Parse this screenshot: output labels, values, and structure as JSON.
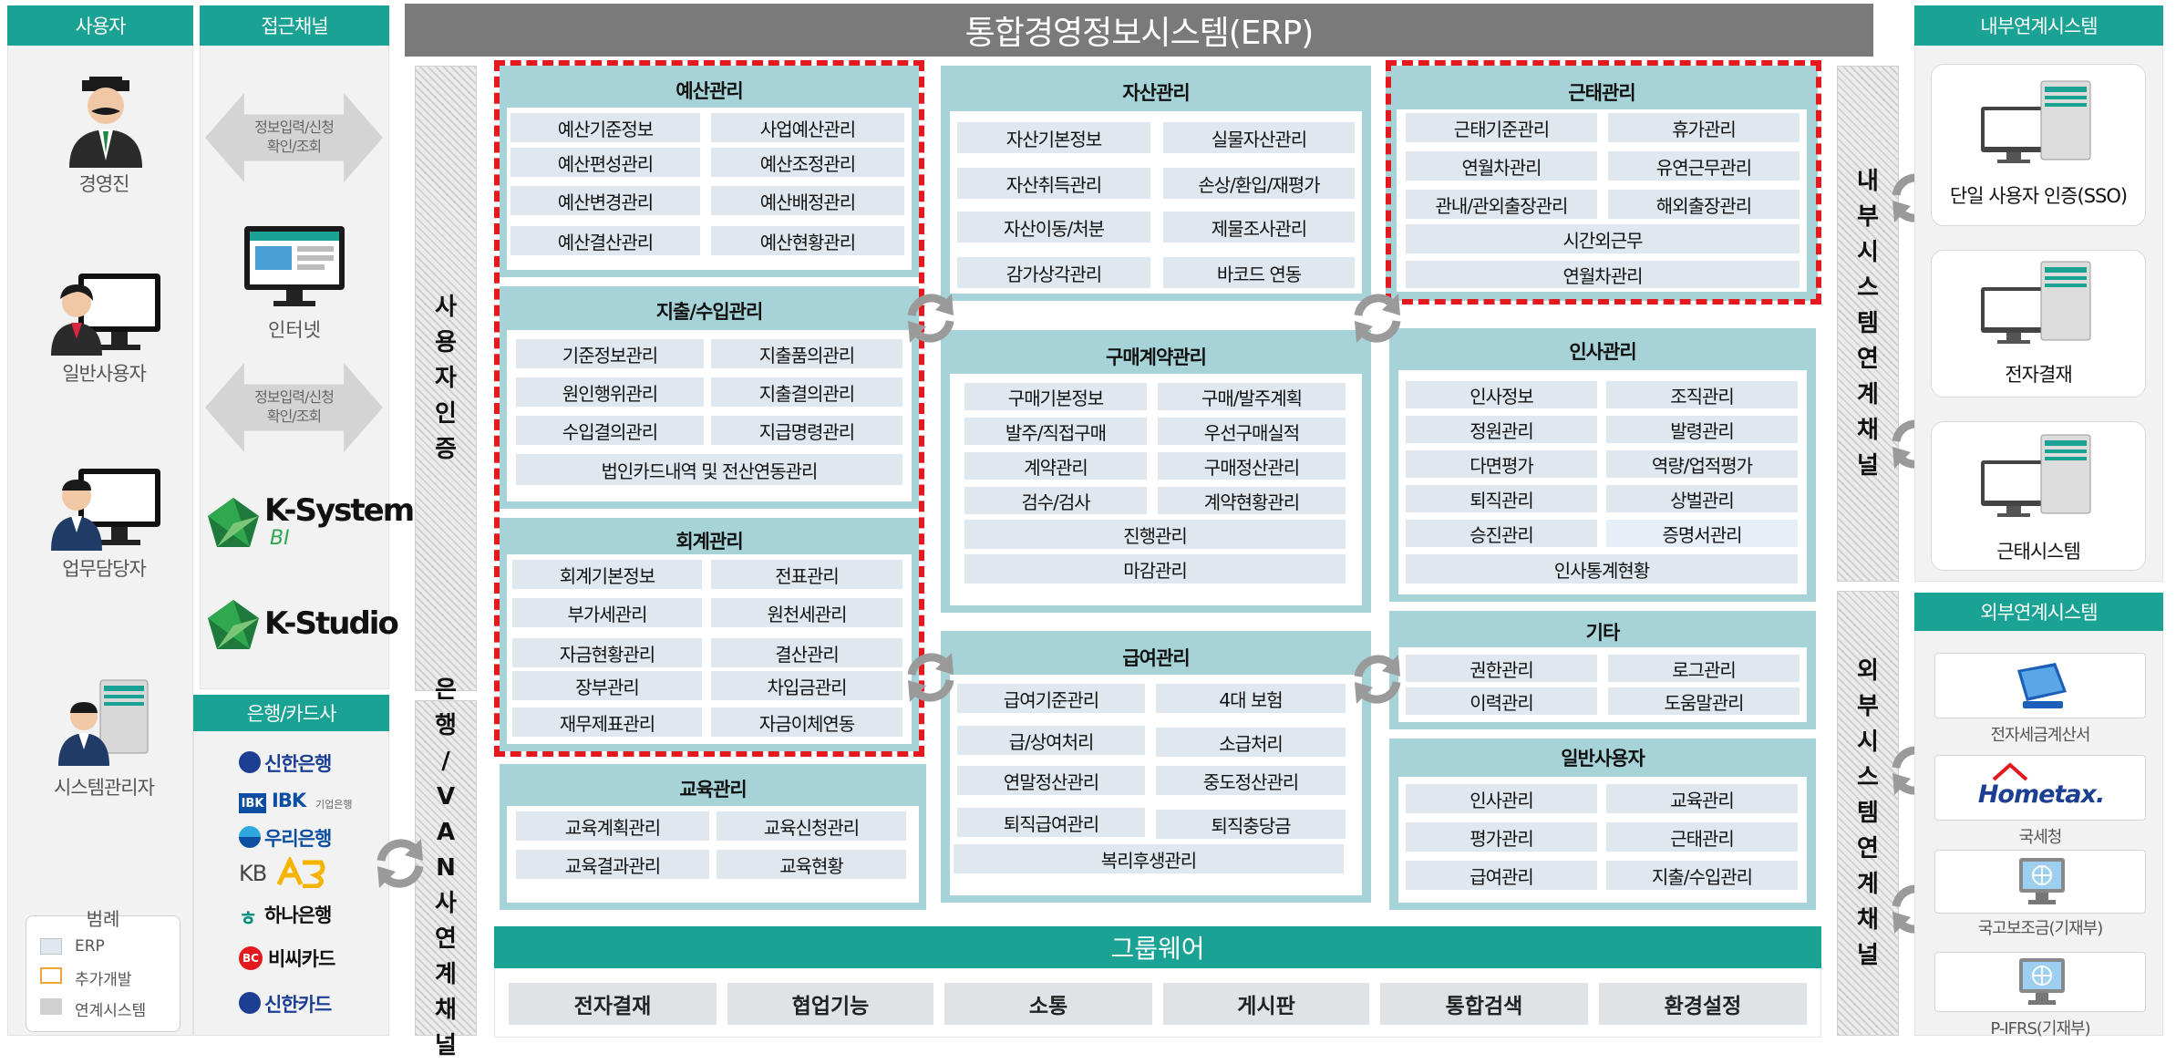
{
  "title": "통합경영정보시스템(ERP)",
  "left": {
    "users_header": "사용자",
    "channel_header": "접근채널",
    "users": [
      "경영진",
      "일반사용자",
      "업무담당자",
      "시스템관리자"
    ],
    "channel_arrow_top": [
      "정보입력/신청",
      "확인/조회"
    ],
    "channel_arrow_bottom": [
      "정보입력/신청",
      "확인/조회"
    ],
    "internet": "인터넷",
    "ksystem": [
      "K-System",
      "BI"
    ],
    "kstudio": "K-Studio",
    "bank_header": "은행/카드사",
    "banks": [
      "신한은행",
      "IBK",
      "우리은행",
      "KB",
      "하나은행",
      "비씨카드",
      "신한카드"
    ],
    "ibk_sub": "기업은행",
    "legend": {
      "title": "범례",
      "items": [
        "ERP",
        "추가개발",
        "연계시스템"
      ]
    }
  },
  "vbars": {
    "auth": [
      "사",
      "용",
      "자",
      "인",
      "증"
    ],
    "van": [
      "은",
      "행",
      "/",
      "V",
      "A",
      "N",
      "사",
      "연",
      "계",
      "채",
      "널"
    ],
    "internal": [
      "내",
      "부",
      "시",
      "스",
      "템",
      "연",
      "계",
      "채",
      "널"
    ],
    "external": [
      "외",
      "부",
      "시",
      "스",
      "템",
      "연",
      "계",
      "채",
      "널"
    ]
  },
  "modules": {
    "budget": {
      "title": "예산관리",
      "items": [
        "예산기준정보",
        "사업예산관리",
        "예산편성관리",
        "예산조정관리",
        "예산변경관리",
        "예산배정관리",
        "예산결산관리",
        "예산현황관리"
      ]
    },
    "expense": {
      "title": "지출/수입관리",
      "items": [
        "기준정보관리",
        "지출품의관리",
        "원인행위관리",
        "지출결의관리",
        "수입결의관리",
        "지급명령관리",
        "법인카드내역 및 전산연동관리"
      ]
    },
    "accounting": {
      "title": "회계관리",
      "items": [
        "회계기본정보",
        "전표관리",
        "부가세관리",
        "원천세관리",
        "자금현황관리",
        "결산관리",
        "장부관리",
        "차입금관리",
        "재무제표관리",
        "자금이체연동"
      ]
    },
    "education": {
      "title": "교육관리",
      "items": [
        "교육계획관리",
        "교육신청관리",
        "교육결과관리",
        "교육현황"
      ]
    },
    "asset": {
      "title": "자산관리",
      "items": [
        "자산기본정보",
        "실물자산관리",
        "자산취득관리",
        "손상/환입/재평가",
        "자산이동/처분",
        "제물조사관리",
        "감가상각관리",
        "바코드 연동"
      ]
    },
    "purchase": {
      "title": "구매계약관리",
      "items": [
        "구매기본정보",
        "구매/발주계획",
        "발주/직접구매",
        "우선구매실적",
        "계약관리",
        "구매정산관리",
        "검수/검사",
        "계약현황관리",
        "진행관리",
        "마감관리"
      ]
    },
    "payroll": {
      "title": "급여관리",
      "items": [
        "급여기준관리",
        "4대 보험",
        "급/상여처리",
        "소급처리",
        "연말정산관리",
        "중도정산관리",
        "퇴직급여관리",
        "퇴직충당금",
        "복리후생관리"
      ]
    },
    "attendance": {
      "title": "근태관리",
      "items": [
        "근태기준관리",
        "휴가관리",
        "연월차관리",
        "유연근무관리",
        "관내/관외출장관리",
        "해외출장관리",
        "시간외근무",
        "연월차관리"
      ]
    },
    "hr": {
      "title": "인사관리",
      "items": [
        "인사정보",
        "조직관리",
        "정원관리",
        "발령관리",
        "다면평가",
        "역량/업적평가",
        "퇴직관리",
        "상벌관리",
        "승진관리",
        "증명서관리",
        "인사통계현황"
      ]
    },
    "etc": {
      "title": "기타",
      "items": [
        "권한관리",
        "로그관리",
        "이력관리",
        "도움말관리"
      ]
    },
    "general": {
      "title": "일반사용자",
      "items": [
        "인사관리",
        "교육관리",
        "평가관리",
        "근태관리",
        "급여관리",
        "지출/수입관리"
      ]
    }
  },
  "groupware": {
    "title": "그룹웨어",
    "items": [
      "전자결재",
      "협업기능",
      "소통",
      "게시판",
      "통합검색",
      "환경설정"
    ]
  },
  "internal": {
    "header": "내부연계시스템",
    "systems": [
      "단일 사용자 인증(SSO)",
      "전자결재",
      "근태시스템"
    ]
  },
  "external": {
    "header": "외부연계시스템",
    "systems": [
      "전자세금계산서",
      "국세청",
      "국고보조금(기재부)",
      "P-IFRS(기재부)"
    ],
    "hometax": "Hometax."
  },
  "colors": {
    "teal": "#1aa394",
    "module_bg": "#a6d3d7",
    "cell_bg": "#dfe8ee",
    "red_dash": "#e4191e",
    "title_bar": "#7a7a7a"
  }
}
